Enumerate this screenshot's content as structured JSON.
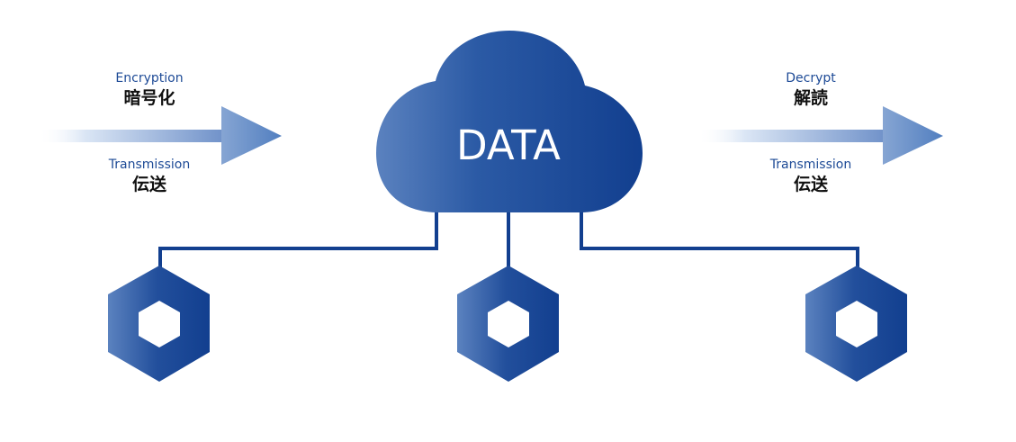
{
  "colors": {
    "brand_dark": "#123f8f",
    "brand_light": "#5b82bf",
    "arrow_light": "#86a5d3",
    "label_blue": "#1d4a96",
    "white": "#ffffff"
  },
  "cloud": {
    "label": "DATA",
    "icon": "cloud-icon"
  },
  "left_flow": {
    "top_en": "Encryption",
    "top_jp": "暗号化",
    "bottom_en": "Transmission",
    "bottom_jp": "伝送"
  },
  "right_flow": {
    "top_en": "Decrypt",
    "top_jp": "解読",
    "bottom_en": "Transmission",
    "bottom_jp": "伝送"
  },
  "nodes": [
    {
      "icon": "hexagon-node-icon"
    },
    {
      "icon": "hexagon-node-icon"
    },
    {
      "icon": "hexagon-node-icon"
    }
  ]
}
